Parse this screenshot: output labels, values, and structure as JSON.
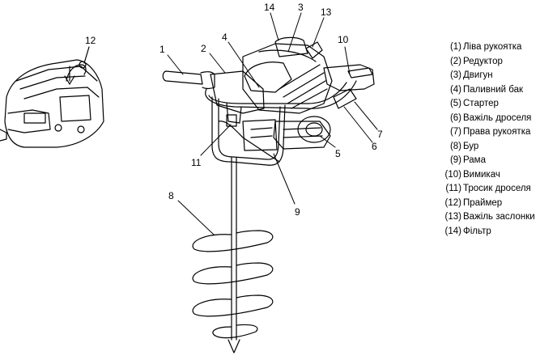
{
  "callouts": [
    {
      "id": "1",
      "text": "1"
    },
    {
      "id": "2",
      "text": "2"
    },
    {
      "id": "3",
      "text": "3"
    },
    {
      "id": "4",
      "text": "4"
    },
    {
      "id": "5",
      "text": "5"
    },
    {
      "id": "6",
      "text": "6"
    },
    {
      "id": "7",
      "text": "7"
    },
    {
      "id": "8",
      "text": "8"
    },
    {
      "id": "9",
      "text": "9"
    },
    {
      "id": "10",
      "text": "10"
    },
    {
      "id": "11",
      "text": "11"
    },
    {
      "id": "12",
      "text": "12"
    },
    {
      "id": "13",
      "text": "13"
    },
    {
      "id": "14",
      "text": "14"
    }
  ],
  "legend": [
    {
      "num": "(1)",
      "label": "Ліва рукоятка"
    },
    {
      "num": "(2)",
      "label": "Редуктор"
    },
    {
      "num": "(3)",
      "label": "Двигун"
    },
    {
      "num": "(4)",
      "label": "Паливний бак"
    },
    {
      "num": "(5)",
      "label": "Стартер"
    },
    {
      "num": "(6)",
      "label": "Важіль дроселя"
    },
    {
      "num": "(7)",
      "label": "Права рукоятка"
    },
    {
      "num": "(8)",
      "label": "Бур"
    },
    {
      "num": "(9)",
      "label": "Рама"
    },
    {
      "num": "(10)",
      "label": "Вимикач"
    },
    {
      "num": "(11)",
      "label": "Тросик дроселя"
    },
    {
      "num": "(12)",
      "label": "Праймер"
    },
    {
      "num": "(13)",
      "label": "Важіль заслонки"
    },
    {
      "num": "(14)",
      "label": "Фільтр"
    }
  ]
}
